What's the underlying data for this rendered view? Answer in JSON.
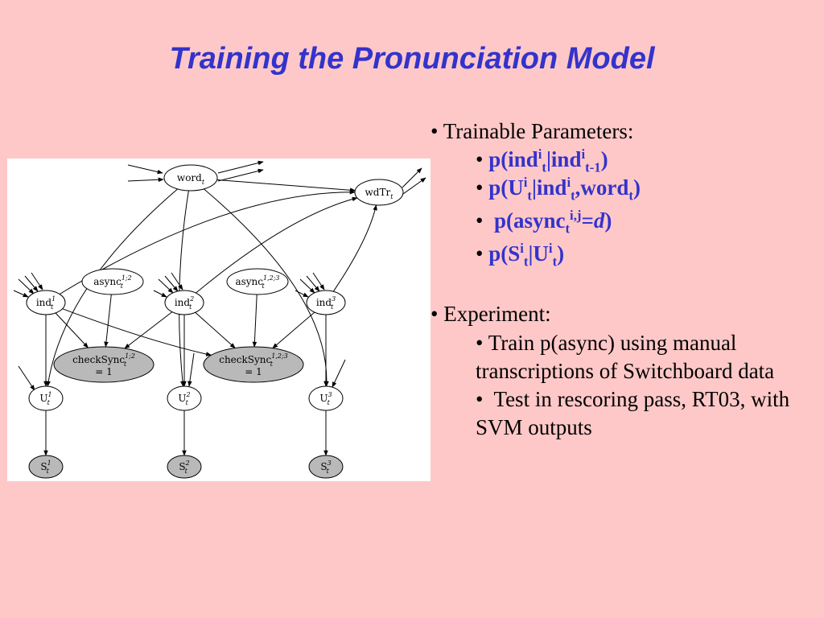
{
  "title": "Training the Pronunciation Model",
  "bullets": {
    "trainable": "Trainable Parameters:",
    "params": [
      {
        "parts": [
          [
            "p(ind",
            ""
          ],
          [
            "i",
            "sup"
          ],
          [
            "t",
            "sub"
          ],
          [
            "|ind",
            ""
          ],
          [
            "i",
            "sup"
          ],
          [
            "t-1",
            "sub"
          ],
          [
            ")",
            ""
          ]
        ]
      },
      {
        "parts": [
          [
            "p(U",
            ""
          ],
          [
            "i",
            "sup"
          ],
          [
            "t",
            "sub"
          ],
          [
            "|ind",
            ""
          ],
          [
            "i",
            "sup"
          ],
          [
            "t",
            "sub"
          ],
          [
            ",word",
            ""
          ],
          [
            "t",
            "sub"
          ],
          [
            ")",
            ""
          ]
        ]
      },
      {
        "parts": [
          [
            "p(async",
            ""
          ],
          [
            "t",
            "sub"
          ],
          [
            "i,j",
            "sup"
          ],
          [
            "=",
            ""
          ],
          [
            "d",
            "i"
          ],
          [
            ")",
            ""
          ]
        ]
      },
      {
        "parts": [
          [
            "p(S",
            ""
          ],
          [
            "i",
            "sup"
          ],
          [
            "t",
            "sub"
          ],
          [
            "|U",
            ""
          ],
          [
            "i",
            "sup"
          ],
          [
            "t",
            "sub"
          ],
          [
            ")",
            ""
          ]
        ]
      }
    ],
    "experiment": "Experiment:",
    "experiment_items": [
      "Train p(async) using manual transcriptions of Switchboard data",
      "Test in rescoring pass, RT03, with SVM outputs"
    ]
  },
  "diagram": {
    "nodes": [
      {
        "id": "word",
        "base": "word",
        "sub": "t",
        "sup": "",
        "shaded": false
      },
      {
        "id": "wdTr",
        "base": "wdTr",
        "sub": "t",
        "sup": "",
        "shaded": false
      },
      {
        "id": "async12",
        "base": "async",
        "sub": "t",
        "sup": "1;2",
        "shaded": false
      },
      {
        "id": "async123",
        "base": "async",
        "sub": "t",
        "sup": "1,2;3",
        "shaded": false
      },
      {
        "id": "ind1",
        "base": "ind",
        "sub": "t",
        "sup": "1",
        "shaded": false
      },
      {
        "id": "ind2",
        "base": "ind",
        "sub": "t",
        "sup": "2",
        "shaded": false
      },
      {
        "id": "ind3",
        "base": "ind",
        "sub": "t",
        "sup": "3",
        "shaded": false
      },
      {
        "id": "check12",
        "base": "checkSync",
        "sub": "t",
        "sup": "1;2",
        "line2": "= 1",
        "shaded": true
      },
      {
        "id": "check123",
        "base": "checkSync",
        "sub": "t",
        "sup": "1,2;3",
        "line2": "= 1",
        "shaded": true
      },
      {
        "id": "U1",
        "base": "U",
        "sub": "t",
        "sup": "1",
        "shaded": false
      },
      {
        "id": "U2",
        "base": "U",
        "sub": "t",
        "sup": "2",
        "shaded": false
      },
      {
        "id": "U3",
        "base": "U",
        "sub": "t",
        "sup": "3",
        "shaded": false
      },
      {
        "id": "S1",
        "base": "S",
        "sub": "t",
        "sup": "1",
        "shaded": true
      },
      {
        "id": "S2",
        "base": "S",
        "sub": "t",
        "sup": "2",
        "shaded": true
      },
      {
        "id": "S3",
        "base": "S",
        "sub": "t",
        "sup": "3",
        "shaded": true
      }
    ],
    "edges": [
      [
        "word",
        "wdTr"
      ],
      [
        "word",
        "U1"
      ],
      [
        "word",
        "U2"
      ],
      [
        "word",
        "U3"
      ],
      [
        "ind1",
        "wdTr"
      ],
      [
        "ind2",
        "wdTr"
      ],
      [
        "ind3",
        "wdTr"
      ],
      [
        "async12",
        "check12"
      ],
      [
        "async123",
        "check123"
      ],
      [
        "ind1",
        "check12"
      ],
      [
        "ind2",
        "check12"
      ],
      [
        "ind1",
        "check123"
      ],
      [
        "ind2",
        "check123"
      ],
      [
        "ind3",
        "check123"
      ],
      [
        "ind1",
        "U1"
      ],
      [
        "ind2",
        "U2"
      ],
      [
        "ind3",
        "U3"
      ],
      [
        "U1",
        "S1"
      ],
      [
        "U2",
        "S2"
      ],
      [
        "U3",
        "S3"
      ]
    ]
  }
}
